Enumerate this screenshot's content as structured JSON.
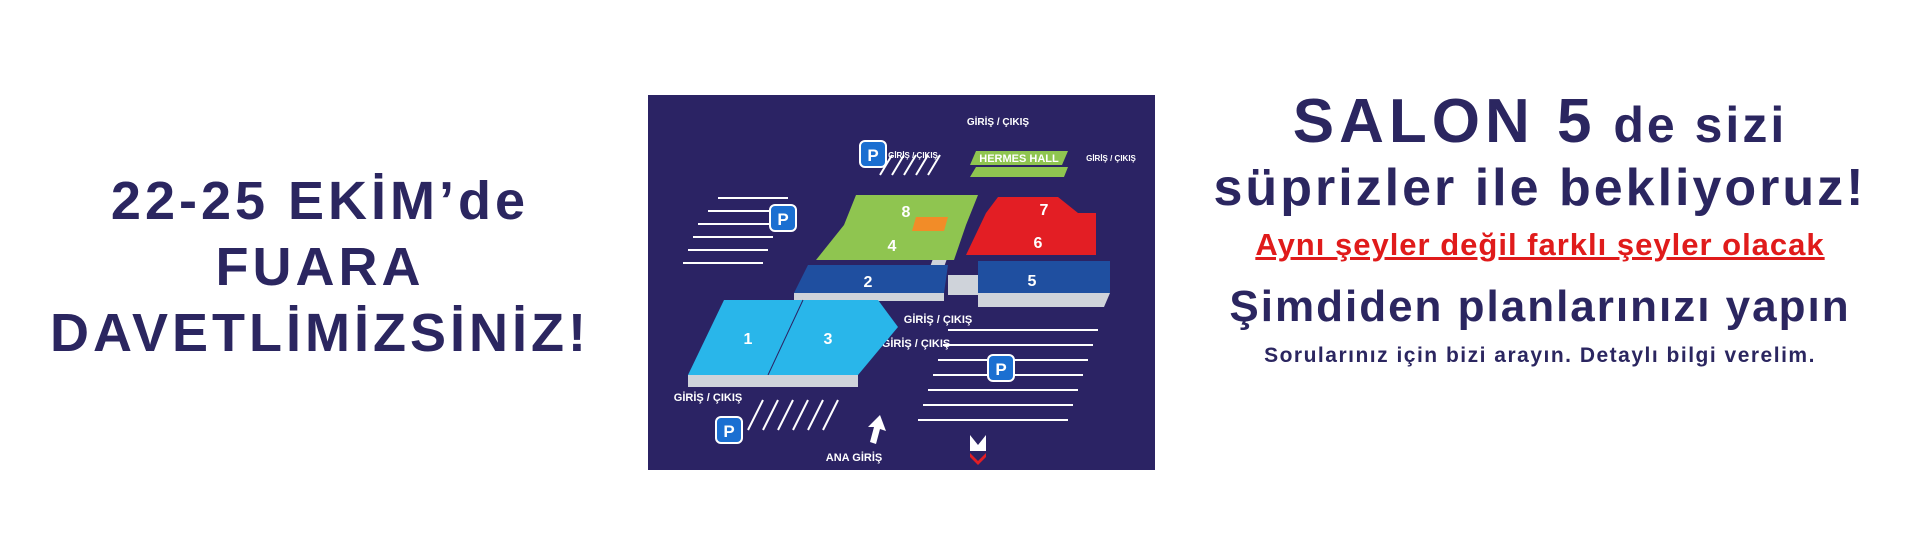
{
  "left_text": {
    "line1": "22-25 EKİM’de",
    "line2": "FUARA",
    "line3": "DAVETLİMİZSİNİZ!"
  },
  "map": {
    "entry_top": "GİRİŞ / ÇIKIŞ",
    "entry_small_left": "GİRİŞ / ÇIKIŞ",
    "entry_small_right": "GİRİŞ / ÇIKIŞ",
    "hermes_hall": "HERMES HALL",
    "entry_middle": "GİRİŞ / ÇIKIŞ",
    "entry_middle2": "GİRİŞ / ÇIKIŞ",
    "entry_bottom_left": "GİRİŞ / ÇIKIŞ",
    "main_entry": "ANA GİRİŞ",
    "parking_label": "P",
    "halls": [
      "1",
      "2",
      "3",
      "4",
      "5",
      "6",
      "7",
      "8"
    ],
    "colors": {
      "background": "#2b2364",
      "green": "#8fc550",
      "red": "#e31e24",
      "blue": "#1f4fa0",
      "light_blue": "#29b6ea",
      "parking": "#1b6fd1"
    }
  },
  "right_text": {
    "salon": "SALON 5",
    "de_sizi": " de sizi",
    "line2": "süprizler ile bekliyoruz!",
    "line3": "Aynı şeyler değil farklı şeyler olacak",
    "line4": "Şimdiden planlarınızı yapın",
    "line5": "Sorularınız için bizi arayın. Detaylı bilgi verelim."
  }
}
